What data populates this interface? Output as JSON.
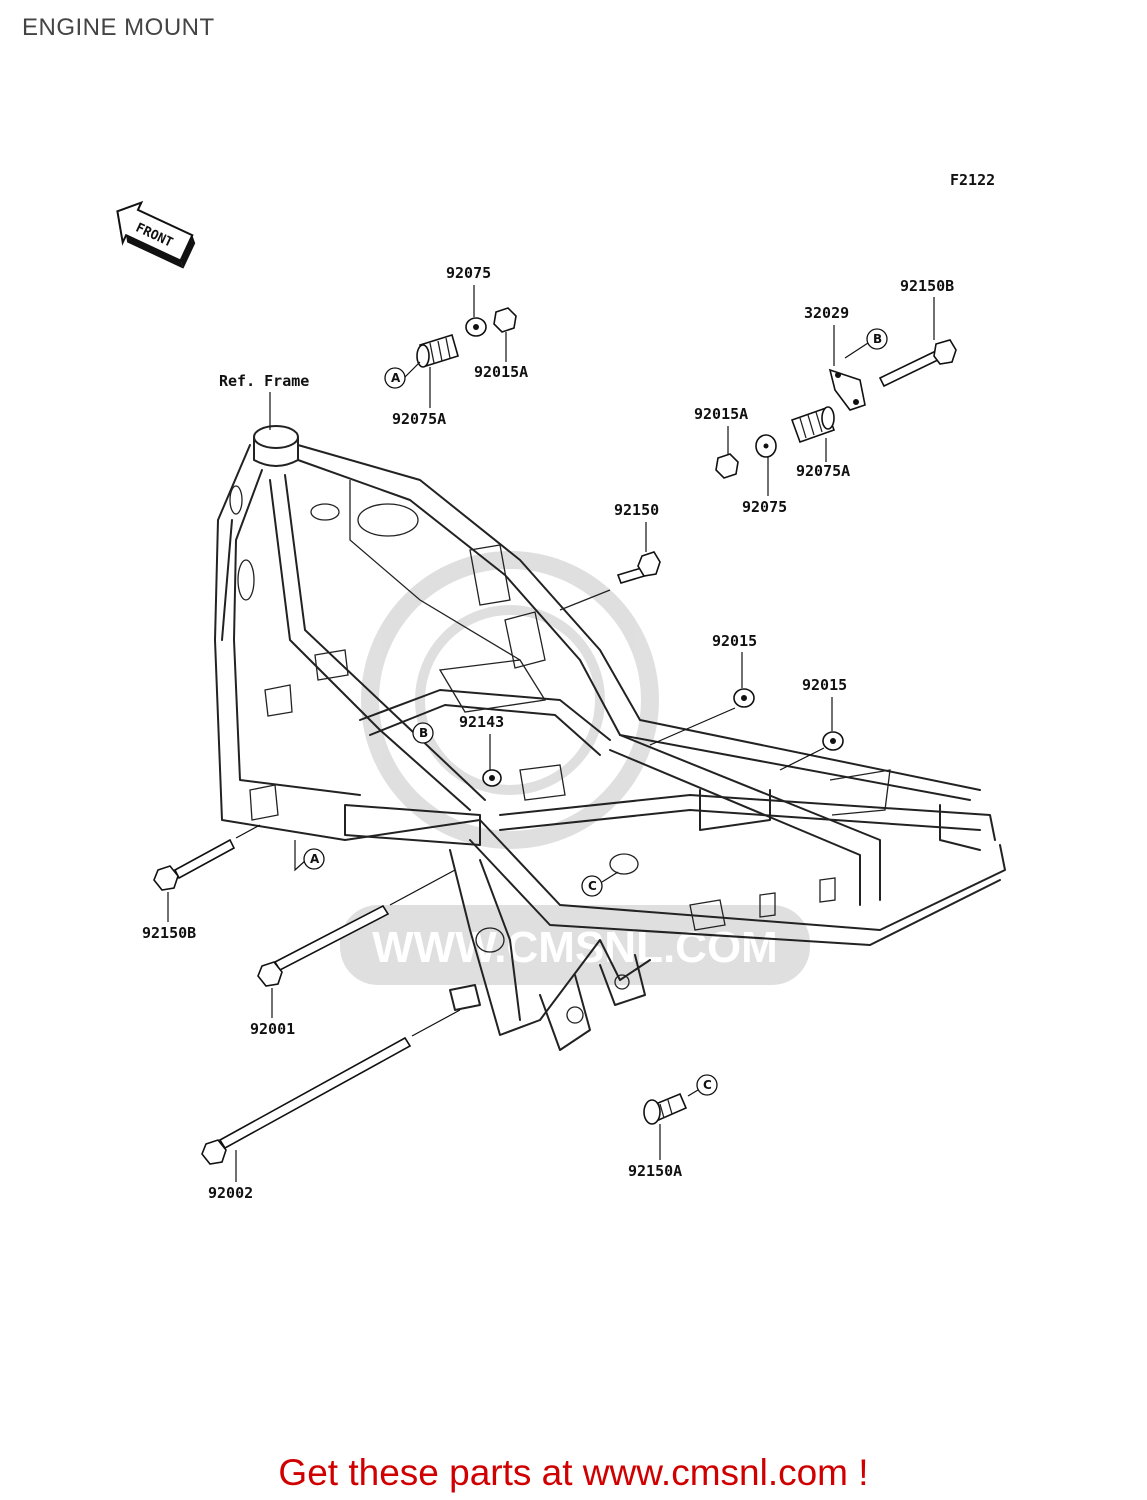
{
  "title": "ENGINE MOUNT",
  "figure_code": "F2122",
  "front_badge": "FRONT",
  "ref_label": "Ref. Frame",
  "watermark_text": "WWW.CMSNL.COM",
  "parts": {
    "p92075_top": "92075",
    "p92015A_top": "92015A",
    "p92075A_top": "92075A",
    "p32029": "32029",
    "p92150B_top": "92150B",
    "p92015A_right": "92015A",
    "p92075A_right": "92075A",
    "p92075_right": "92075",
    "p92150": "92150",
    "p92015_a": "92015",
    "p92015_b": "92015",
    "p92143": "92143",
    "p92150B_left": "92150B",
    "p92001": "92001",
    "p92002": "92002",
    "p92150A": "92150A"
  },
  "callouts": {
    "a": "A",
    "b": "B",
    "c": "C"
  },
  "footer": "Get these parts at www.cmsnl.com !"
}
